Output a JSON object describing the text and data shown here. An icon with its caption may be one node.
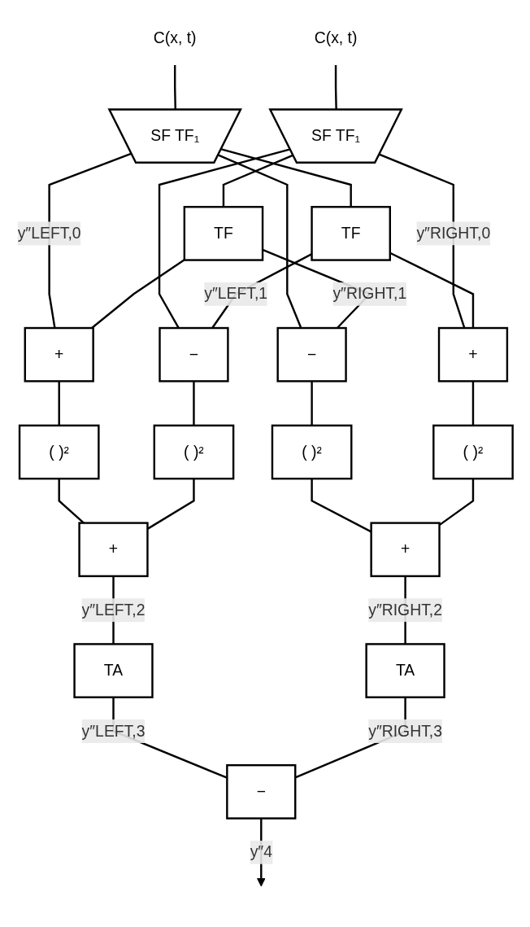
{
  "diagram": {
    "nodes": [
      {
        "text": [
          "C(x, t)"
        ]
      },
      {
        "text": [
          "C(x, t)"
        ]
      },
      {
        "text": [
          "SF TF₁"
        ]
      },
      {
        "text": [
          "SF TF₁"
        ]
      },
      {
        "text": [
          "TF"
        ]
      },
      {
        "text": [
          "TF"
        ]
      },
      {
        "text": [
          "+"
        ]
      },
      {
        "text": [
          "−"
        ]
      },
      {
        "text": [
          "−"
        ]
      },
      {
        "text": [
          "+"
        ]
      },
      {
        "text": [
          "( )²"
        ]
      },
      {
        "text": [
          "( )²"
        ]
      },
      {
        "text": [
          "( )²"
        ]
      },
      {
        "text": [
          "( )²"
        ]
      },
      {
        "text": [
          "+"
        ]
      },
      {
        "text": [
          "+"
        ]
      },
      {
        "text": [
          "TA"
        ]
      },
      {
        "text": [
          "TA"
        ]
      },
      {
        "text": [
          "−"
        ]
      }
    ],
    "edges": [
      {
        "from": 0,
        "to": 2,
        "arrow": "none"
      },
      {
        "from": 1,
        "to": 3,
        "arrow": "none"
      },
      {
        "from": 2,
        "to": 6,
        "arrow": "none",
        "label": "y″LEFT,0"
      },
      {
        "from": 2,
        "to": 8,
        "arrow": "none"
      },
      {
        "from": 2,
        "to": 4,
        "arrow": "none"
      },
      {
        "from": 3,
        "to": 9,
        "arrow": "none",
        "label": "y″RIGHT,0"
      },
      {
        "from": 3,
        "to": 7,
        "arrow": "none"
      },
      {
        "from": 3,
        "to": 5,
        "arrow": "none"
      },
      {
        "from": 4,
        "to": 7,
        "arrow": "none",
        "label": "y″LEFT,1"
      },
      {
        "from": 4,
        "to": 9,
        "arrow": "none"
      },
      {
        "from": 5,
        "to": 8,
        "arrow": "none",
        "label": "y″RIGHT,1"
      },
      {
        "from": 5,
        "to": 6,
        "arrow": "none"
      },
      {
        "from": 6,
        "to": 10,
        "arrow": "none"
      },
      {
        "from": 7,
        "to": 11,
        "arrow": "none"
      },
      {
        "from": 8,
        "to": 12,
        "arrow": "none"
      },
      {
        "from": 9,
        "to": 13,
        "arrow": "none"
      },
      {
        "from": 10,
        "to": 14,
        "arrow": "none"
      },
      {
        "from": 11,
        "to": 14,
        "arrow": "none"
      },
      {
        "from": 12,
        "to": 15,
        "arrow": "none"
      },
      {
        "from": 13,
        "to": 15,
        "arrow": "none"
      },
      {
        "from": 14,
        "to": 16,
        "arrow": "none",
        "label": "y″LEFT,2"
      },
      {
        "from": 15,
        "to": 17,
        "arrow": "none",
        "label": "y″RIGHT,2"
      },
      {
        "from": 16,
        "to": 18,
        "arrow": "none",
        "label": "y″LEFT,3"
      },
      {
        "from": 17,
        "to": 18,
        "arrow": "none",
        "label": "y″RIGHT,3"
      },
      {
        "from": 18,
        "to": null,
        "arrow": "to",
        "label": "y″4"
      }
    ]
  }
}
